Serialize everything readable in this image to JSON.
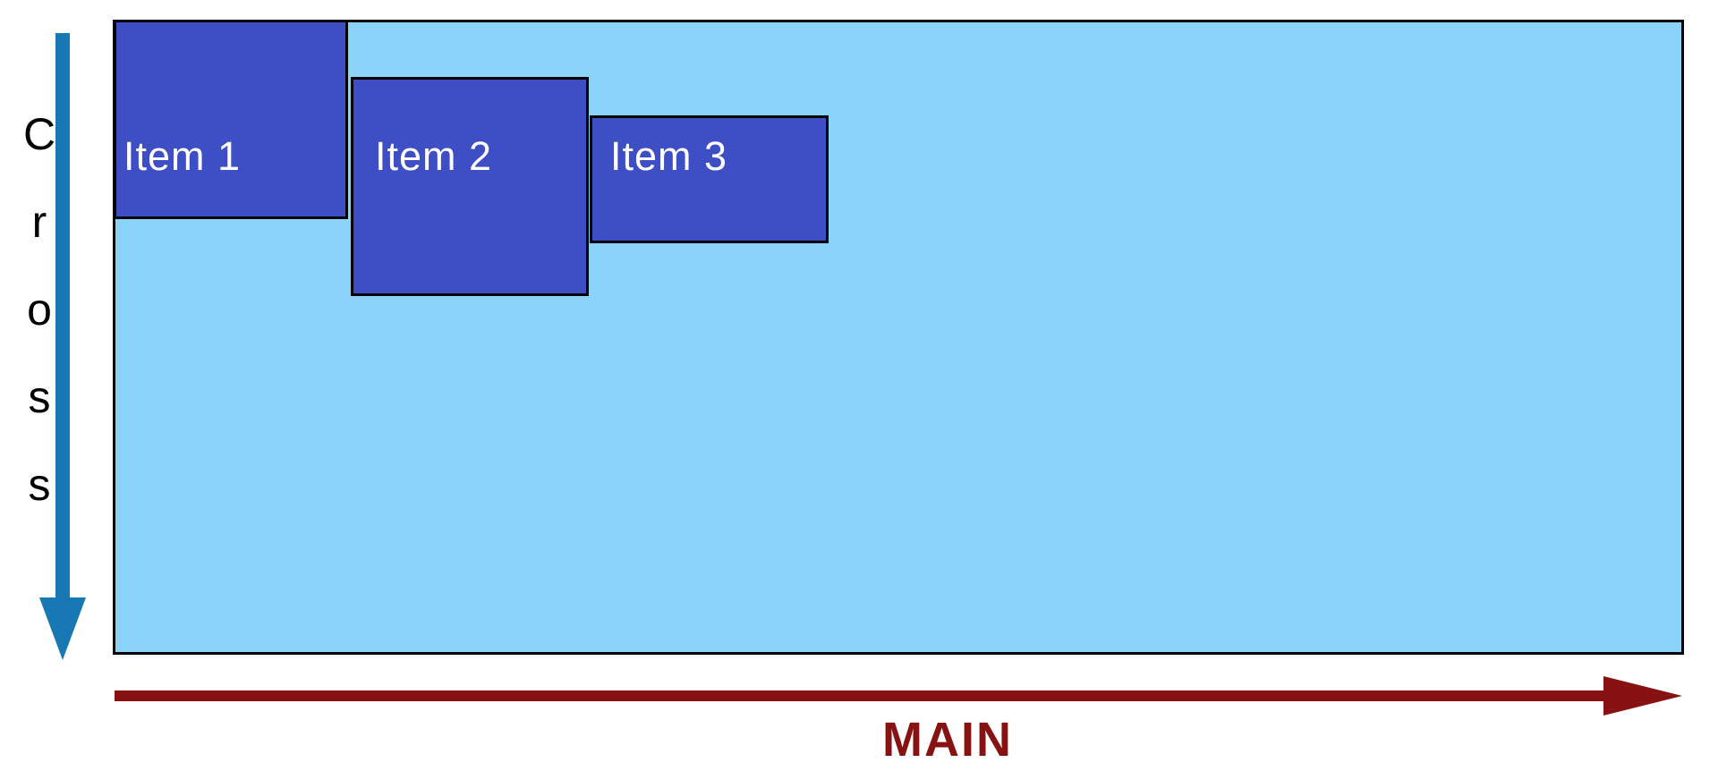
{
  "flex_container": {
    "items": [
      {
        "label": "Item 1"
      },
      {
        "label": "Item 2"
      },
      {
        "label": "Item 3"
      }
    ]
  },
  "axes": {
    "cross": {
      "label": "Cross",
      "letters": [
        "C",
        "r",
        "o",
        "s",
        "s"
      ]
    },
    "main": {
      "label": "MAIN"
    }
  },
  "colors": {
    "container_fill": "#8BD3F8",
    "item_fill": "#3E4EC4",
    "item_border": "#000000",
    "item_text": "#FFFFFF",
    "cross_arrow": "#1878B4",
    "main_arrow": "#871212",
    "axis_text": "#000000"
  }
}
